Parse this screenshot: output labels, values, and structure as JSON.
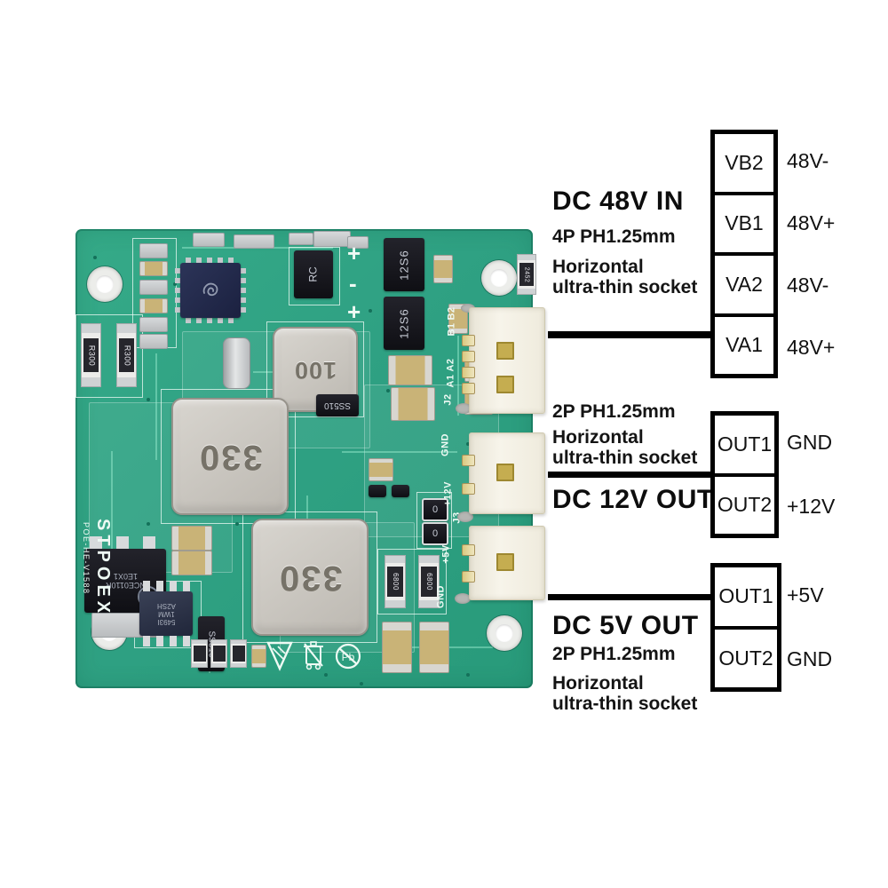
{
  "colors": {
    "pcb_green": "#2fa183",
    "pcb_trace": "#8fe0bf",
    "silkscreen": "#eefaf4",
    "ic_navy": "#252c4a",
    "component_black": "#17171c",
    "inductor_silver": "#c8c5bf",
    "connector_cream": "#f2eee2",
    "gold_pad": "#c5ad50",
    "annotation_black": "#0d0d0d"
  },
  "board": {
    "brand": "STPOEX",
    "version": "POE-HE-V1588",
    "components": {
      "r300_a": "R300",
      "r300_b": "R300",
      "rc_diode": "RC",
      "cap_12s6_a": "12S6",
      "cap_12s6_b": "12S6",
      "plus": "+",
      "minus": "-",
      "inductor_100": "100",
      "inductor_330_a": "330",
      "inductor_330_b": "330",
      "diode_ss510_a": "SS510",
      "diode_ss510_b": "SS510",
      "mosfet_line1": "NCE0110R",
      "mosfet_line2": "1E0X1",
      "soic_line1": "5493I",
      "soic_line2": "1WM",
      "soic_line3": "A2SH",
      "res_6800_a": "6800",
      "res_6800_b": "6800",
      "res_0_a": "0",
      "res_0_b": "0",
      "res_2452": "2452"
    },
    "silk_labels": {
      "b2": "B2",
      "b1": "B1",
      "a2": "A2",
      "a1": "A1",
      "j2": "J2",
      "gnd_12v": "GND",
      "p12v": "+12V",
      "j3": "J3",
      "p5v": "+5V",
      "gnd_5v": "GND"
    }
  },
  "annotations": {
    "in48": {
      "title": "DC 48V IN",
      "spec": "4P PH1.25mm",
      "desc_line1": "Horizontal",
      "desc_line2": "ultra-thin socket",
      "pins": [
        {
          "pin": "VB2",
          "signal": "48V-"
        },
        {
          "pin": "VB1",
          "signal": "48V+"
        },
        {
          "pin": "VA2",
          "signal": "48V-"
        },
        {
          "pin": "VA1",
          "signal": "48V+"
        }
      ]
    },
    "out12": {
      "title": "DC 12V OUT",
      "spec": "2P PH1.25mm",
      "desc_line1": "Horizontal",
      "desc_line2": "ultra-thin socket",
      "pins": [
        {
          "pin": "OUT1",
          "signal": "GND"
        },
        {
          "pin": "OUT2",
          "signal": "+12V"
        }
      ]
    },
    "out5": {
      "title": "DC 5V OUT",
      "spec": "2P PH1.25mm",
      "desc_line1": "Horizontal",
      "desc_line2": "ultra-thin socket",
      "pins": [
        {
          "pin": "OUT1",
          "signal": "+5V"
        },
        {
          "pin": "OUT2",
          "signal": "GND"
        }
      ]
    }
  }
}
